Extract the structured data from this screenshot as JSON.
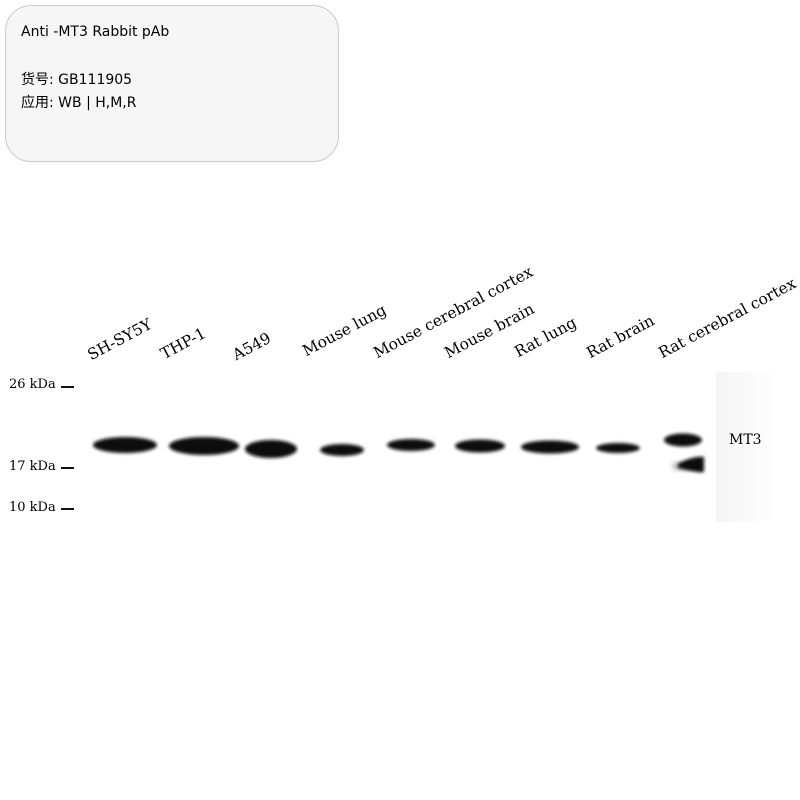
{
  "card": {
    "title": "Anti -MT3 Rabbit pAb",
    "catalog_label": "货号:",
    "catalog_value": "GB111905",
    "application_label": "应用:",
    "application_value": "WB | H,M,R"
  },
  "blot": {
    "lanes": [
      "SH-SY5Y",
      "THP-1",
      "A549",
      "Mouse lung",
      "Mouse cerebral cortex",
      "Mouse brain",
      "Rat lung",
      "Rat brain",
      "Rat cerebral cortex"
    ],
    "markers": [
      "26 kDa",
      "17 kDa",
      "10 kDa"
    ],
    "band_label": "MT3",
    "band_color": "#0a0a0a"
  }
}
